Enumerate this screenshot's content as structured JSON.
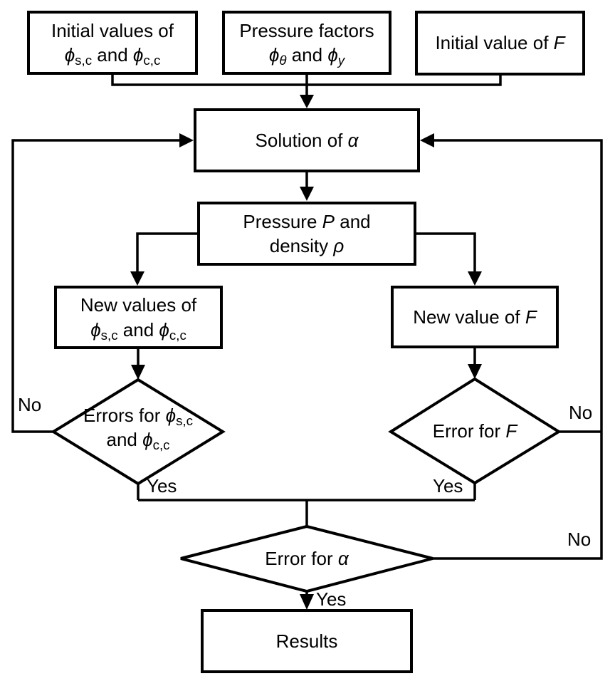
{
  "colors": {
    "line": "#000000",
    "node_fill": "#ffffff",
    "node_border": "#000000",
    "text": "#000000",
    "background": "#ffffff"
  },
  "nodes": {
    "initial_phi": {
      "line1": "Initial values of",
      "phi_a": "ϕ",
      "sub_a": "s,c",
      "word_and": "and",
      "phi_b": "ϕ",
      "sub_b": "c,c"
    },
    "pressure_factors": {
      "line1": "Pressure factors",
      "phi_a": "ϕ",
      "sub_a": "θ",
      "word_and": "and",
      "phi_b": "ϕ",
      "sub_b": "y"
    },
    "initial_f": {
      "pre": "Initial value of",
      "var": "F"
    },
    "solution": {
      "pre": "Solution of",
      "var": "α"
    },
    "pressure_density": {
      "pre1": "Pressure",
      "var1": "P",
      "post1": "and",
      "pre2": "density",
      "var2": "ρ"
    },
    "new_phi": {
      "line1": "New values of",
      "phi_a": "ϕ",
      "sub_a": "s,c",
      "word_and": "and",
      "phi_b": "ϕ",
      "sub_b": "c,c"
    },
    "new_f": {
      "pre": "New value of",
      "var": "F"
    },
    "err_phi": {
      "pre": "Errors for",
      "phi_a": "ϕ",
      "sub_a": "s,c",
      "word_and": "and",
      "phi_b": "ϕ",
      "sub_b": "c,c"
    },
    "err_f": {
      "pre": "Error for",
      "var": "F"
    },
    "err_alpha": {
      "pre": "Error for",
      "var": "α"
    },
    "results": {
      "label": "Results"
    }
  },
  "edge_labels": {
    "no_left": "No",
    "yes_left": "Yes",
    "no_right_top": "No",
    "yes_right": "Yes",
    "no_right_bottom": "No",
    "yes_bottom": "Yes"
  }
}
